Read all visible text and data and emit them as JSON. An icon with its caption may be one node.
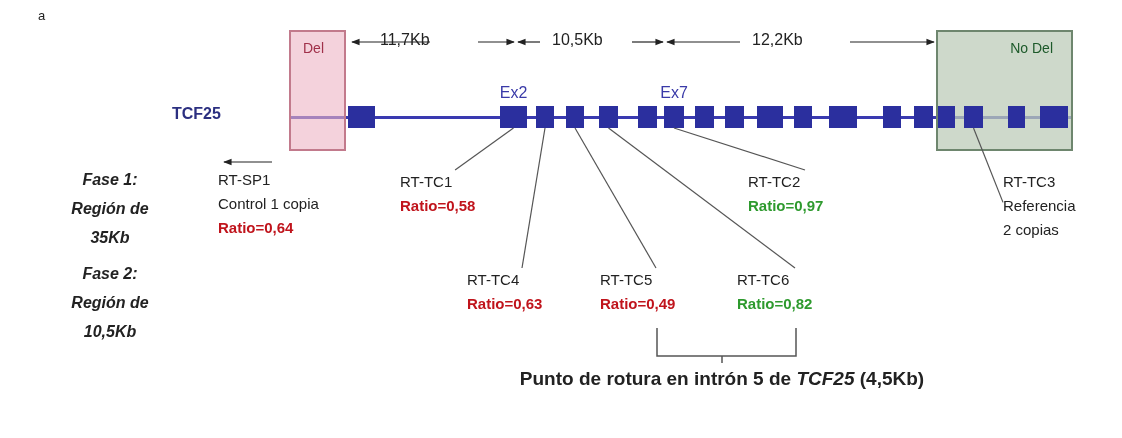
{
  "diagram": {
    "nodes": [
      {
        "text": [
          "Del"
        ]
      },
      {
        "text": [
          "No Del"
        ]
      },
      {
        "text": [],
        "shape": "box"
      },
      {
        "text": [],
        "shape": "box",
        "beside": [
          "Ex2"
        ]
      },
      {
        "text": [],
        "shape": "box"
      },
      {
        "text": [],
        "shape": "box"
      },
      {
        "text": [],
        "shape": "box"
      },
      {
        "text": [],
        "shape": "box"
      },
      {
        "text": [],
        "shape": "box",
        "beside": [
          "Ex7"
        ]
      },
      {
        "text": [],
        "shape": "box"
      },
      {
        "text": [],
        "shape": "box"
      },
      {
        "text": [],
        "shape": "box"
      },
      {
        "text": [],
        "shape": "box"
      },
      {
        "text": [],
        "shape": "box"
      },
      {
        "text": [],
        "shape": "box"
      },
      {
        "text": [],
        "shape": "box"
      },
      {
        "text": [],
        "shape": "box",
        "in": 1
      },
      {
        "text": [],
        "shape": "box",
        "in": 1
      },
      {
        "text": [],
        "shape": "box",
        "in": 1
      },
      {
        "text": [],
        "shape": "box",
        "in": 1
      },
      {
        "text": [
          "RT-SP1",
          "Control 1 copia",
          "Ratio=0,64"
        ]
      },
      {
        "text": [
          "RT-TC1",
          "Ratio=0,58"
        ]
      },
      {
        "text": [
          "RT-TC2",
          "Ratio=0,97"
        ]
      },
      {
        "text": [
          "RT-TC3",
          "Referencia 2 copias"
        ]
      },
      {
        "text": [
          "RT-TC4",
          "Ratio=0,63"
        ]
      },
      {
        "text": [
          "RT-TC5",
          "Ratio=0,49"
        ]
      },
      {
        "text": [
          "RT-TC6",
          "Ratio=0,82"
        ]
      },
      {
        "text": [],
        "shape": "bar"
      }
    ],
    "edges": [
      {
        "from": 21,
        "to": 3,
        "arrow": "none"
      },
      {
        "from": 22,
        "to": 8,
        "arrow": "none"
      },
      {
        "from": 23,
        "to": 17,
        "arrow": "none"
      },
      {
        "from": 24,
        "to": 4,
        "arrow": "none"
      },
      {
        "from": 25,
        "to": 5,
        "arrow": "none"
      },
      {
        "from": 26,
        "to": 6,
        "arrow": "none"
      }
    ],
    "labels": [
      "a",
      "11,7Kb",
      "10,5Kb",
      "12,2Kb",
      "TCF25",
      "Fase 1: Región de 35Kb",
      "Fase 2: Región de 10,5Kb",
      "Punto de rotura en intrón 5 de *TCF25* (4,5Kb)"
    ]
  }
}
